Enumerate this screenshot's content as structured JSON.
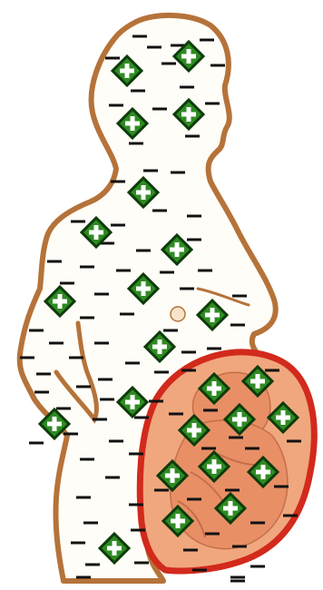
{
  "illustration": {
    "subject": "pregnant-woman-silhouette",
    "colors": {
      "outline": "#b5733a",
      "outline_dark": "#7a4616",
      "body_fill": "#fffdf7",
      "womb_outline": "#d22a1c",
      "womb_fill": "#f0a77e",
      "fetus": "#e88f66",
      "charge_fill": "#2e8b22",
      "charge_border": "#0d3b0a",
      "charge_symbol": "#ffffff",
      "dash": "#111111"
    },
    "positive_charge_count": 24,
    "negative_charge_count": 90
  }
}
